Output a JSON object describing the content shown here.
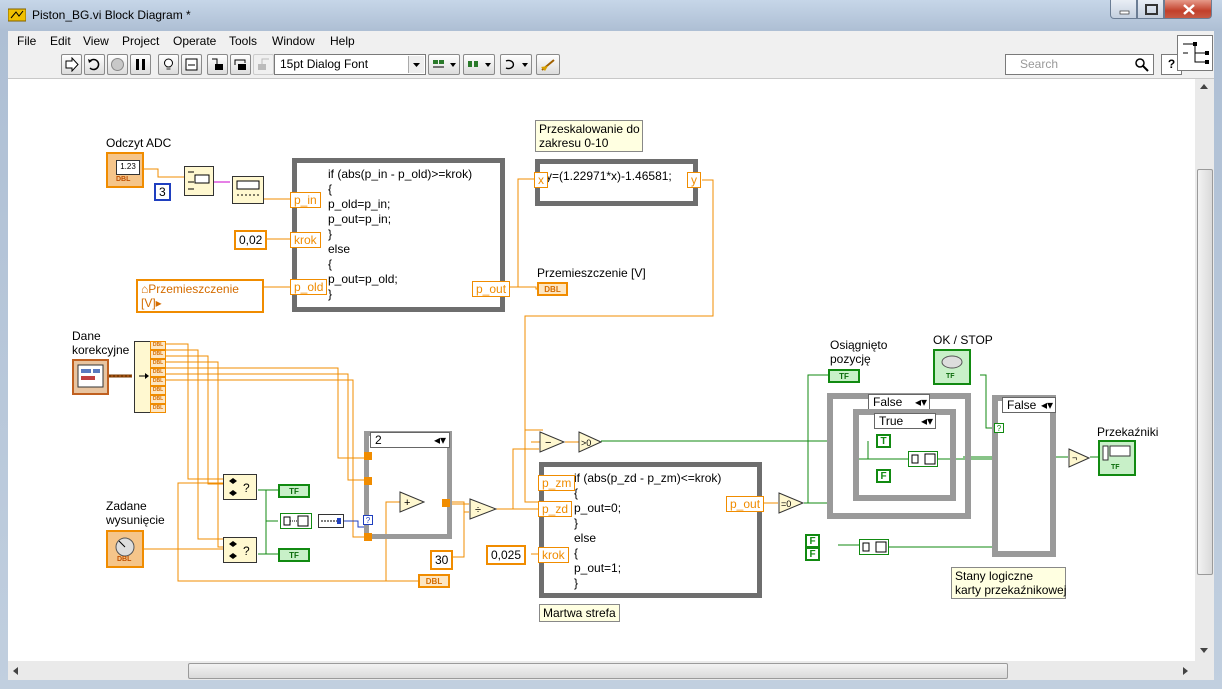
{
  "window": {
    "title": "Piston_BG.vi Block Diagram *"
  },
  "menu": [
    "File",
    "Edit",
    "View",
    "Project",
    "Operate",
    "Tools",
    "Window",
    "Help"
  ],
  "toolbar": {
    "font": "15pt Dialog Font",
    "search_placeholder": "Search",
    "help": "?"
  },
  "diagram": {
    "labels": {
      "adc": "Odczyt ADC",
      "rescale_note": "Przeskalowanie do\nzakresu 0-10",
      "displacement_ind": "Przemieszczenie [V]",
      "correction": "Dane\nkorekcyjne",
      "setpoint": "Zadane\nwysunięcie",
      "reached": "Osiągnięto\npozycję",
      "okstop": "OK / STOP",
      "relays": "Przekaźniki",
      "deadzone_note": "Martwa strefa",
      "relay_states_note": "Stany logiczne\nkarty przekaźnikowej"
    },
    "formula1": {
      "code": "if (abs(p_in - p_old)>=krok)\n{\np_old=p_in;\np_out=p_in;\n}\nelse\n{\np_out=p_old;\n}",
      "in1": "p_in",
      "in2": "krok",
      "in3": "p_old",
      "out": "p_out"
    },
    "formula2": {
      "code": "y=(1.22971*x)-1.46581;",
      "in": "x",
      "out": "y"
    },
    "formula3": {
      "code": "if (abs(p_zd - p_zm)<=krok)\n{\np_out=0;\n}\nelse\n{\np_out=1;\n}",
      "in1": "p_zm",
      "in2": "p_zd",
      "in3": "krok",
      "out": "p_out"
    },
    "constants": {
      "three": "3",
      "step1": "0,02",
      "thirty": "30",
      "step2": "0,025",
      "index": "2"
    },
    "local_var": "Przemieszczenie [V]",
    "case_outer1": "False",
    "case_inner": "True",
    "case_outer2": "False",
    "bool_T": "T",
    "bool_F": "F",
    "ind_dbl": "DBL",
    "ind_tf": "TF",
    "ctl_123": "1.23"
  }
}
